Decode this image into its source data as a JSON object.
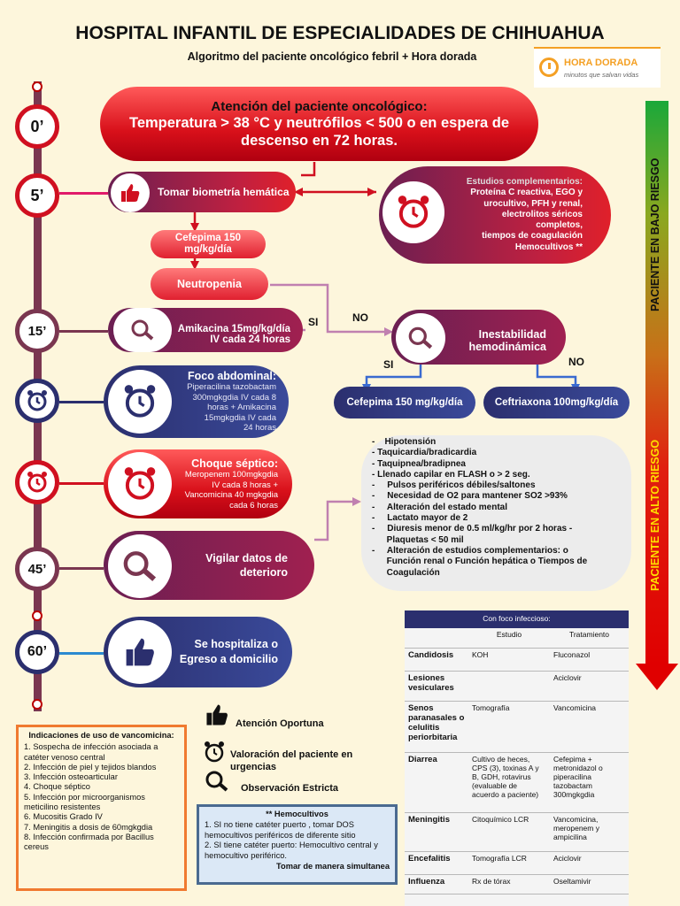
{
  "header": {
    "title": "HOSPITAL INFANTIL DE ESPECIALIDADES DE CHIHUAHUA",
    "subtitle": "Algoritmo del paciente oncológico febril + Hora dorada",
    "logo_title": "HORA DORADA",
    "logo_subtitle": "minutos que salvan vidas"
  },
  "timeline": {
    "t0": "0’",
    "t5": "5’",
    "t15": "15’",
    "t45": "45’",
    "t60": "60’"
  },
  "flow": {
    "top_title": "Atención del paciente oncológico:",
    "top_body": "Temperatura >  38 °C y neutrófilos < 500 o en espera de descenso en 72 horas.",
    "biometria": "Tomar biometría hemática",
    "estudios": [
      "Estudios complementarios:",
      "Proteína C reactiva, EGO  y",
      "urocultivo, PFH y renal,",
      "electrolitos séricos",
      "completos,",
      "tiempos de coagulación",
      "Hemocultivos **"
    ],
    "cefepima_top": [
      "Cefepima 150",
      "mg/kg/día"
    ],
    "neutropenia": "Neutropenia",
    "si": "SI",
    "no": "NO",
    "amikacina": [
      "Amikacina 15mg/kg/día",
      "IV cada 24 horas"
    ],
    "inestabilidad": [
      "Inestabilidad",
      "hemodinámica"
    ],
    "si2": "SI",
    "no2": "NO",
    "cefepima_si": "Cefepima 150 mg/kg/día",
    "ceftriaxona": "Ceftriaxona 100mg/kg/día",
    "foco_title": "Foco abdominal:",
    "foco_body": [
      "Piperacilina tazobactam",
      "300mgkgdia IV cada 8",
      "horas + Amikacina",
      "15mgkgdia IV cada",
      "24 horas"
    ],
    "choque_title": "Choque séptico:",
    "choque_body": [
      "Meropenem 100mgkgdia",
      "IV cada 8 horas +",
      "Vancomicina 40 mgkgdia",
      "cada 6 horas"
    ],
    "vigilar": [
      "Vigilar datos de",
      "deterioro"
    ],
    "hospitaliza": [
      "Se hospitaliza o",
      "Egreso a domicilio"
    ]
  },
  "deterioro": [
    "-    Hipotensión",
    "- Taquicardia/bradicardia",
    "- Taquipnea/bradipnea",
    "- Llenado capilar en FLASH o > 2 seg.",
    "-     Pulsos periféricos débiles/saltones",
    "-     Necesidad de O2 para mantener SO2 >93%",
    "-     Alteración del estado mental",
    "-     Lactato mayor de 2",
    "-     Diuresis menor de 0.5 ml/kg/hr por 2 horas -",
    "      Plaquetas < 50 mil",
    "-     Alteración de estudios complementarios: o",
    "      Función renal o Función hepática o Tiempos de",
    "      Coagulación"
  ],
  "riesgo": {
    "bajo": "PACIENTE EN BAJO RIESGO",
    "alto": "PACIENTE EN ALTO RIESGO"
  },
  "infecciones": {
    "caption": "Con foco infeccioso:",
    "headers": [
      "",
      "Estudio",
      "Tratamiento"
    ],
    "rows": [
      [
        "Candidosis",
        "KOH",
        "Fluconazol"
      ],
      [
        "Lesiones vesiculares",
        "",
        "Aciclovir"
      ],
      [
        "Senos paranasales o celulitis periorbitaria",
        "Tomografía",
        "Vancomicina"
      ],
      [
        "Diarrea",
        "Cultivo de heces, CPS (3), toxinas A y B, GDH, rotavirus (evaluable de acuerdo a paciente)",
        "Cefepima + metronidazol o piperacilina tazobactam 300mgkgdia"
      ],
      [
        "Meningitis",
        "Citoquímico  LCR",
        "Vancomicina, meropenem y ampicilina"
      ],
      [
        "Encefalitis",
        "Tomografía  LCR",
        "Aciclovir"
      ],
      [
        "Influenza",
        "Rx de tórax",
        "Oseltamivir"
      ]
    ]
  },
  "leyenda": {
    "oportuna": "Atención Oportuna",
    "valoracion": "Valoración del paciente en urgencias",
    "observacion": "Observación Estricta"
  },
  "vancomicina": {
    "title": "Indicaciones de uso de vancomicina:",
    "items": [
      "1.          Sospecha de infección asociada a catéter venoso central",
      "2.  Infección de piel y tejidos blandos",
      "3. Infección osteoarticular",
      "4. Choque séptico",
      "5. Infección por microorganismos meticilino resistentes",
      "6. Mucositis Grado IV",
      "7. Meningitis a dosis de 60mgkgdia",
      "8. Infección confirmada por Bacillus cereus"
    ]
  },
  "hemocultivos": {
    "title": "** Hemocultivos",
    "l1": "1. SI no tiene catéter puerto , tomar DOS hemocultivos periféricos de diferente sitio",
    "l2": "2.  SI tiene catéter puerto: Hemocultivo central y hemocultivo periférico.",
    "l3": "Tomar de manera simultanea"
  },
  "colors": {
    "accent_red": "#d8101a",
    "navy": "#2b2f6e",
    "maroon": "#6b1f52",
    "background": "#fdf6dc"
  }
}
